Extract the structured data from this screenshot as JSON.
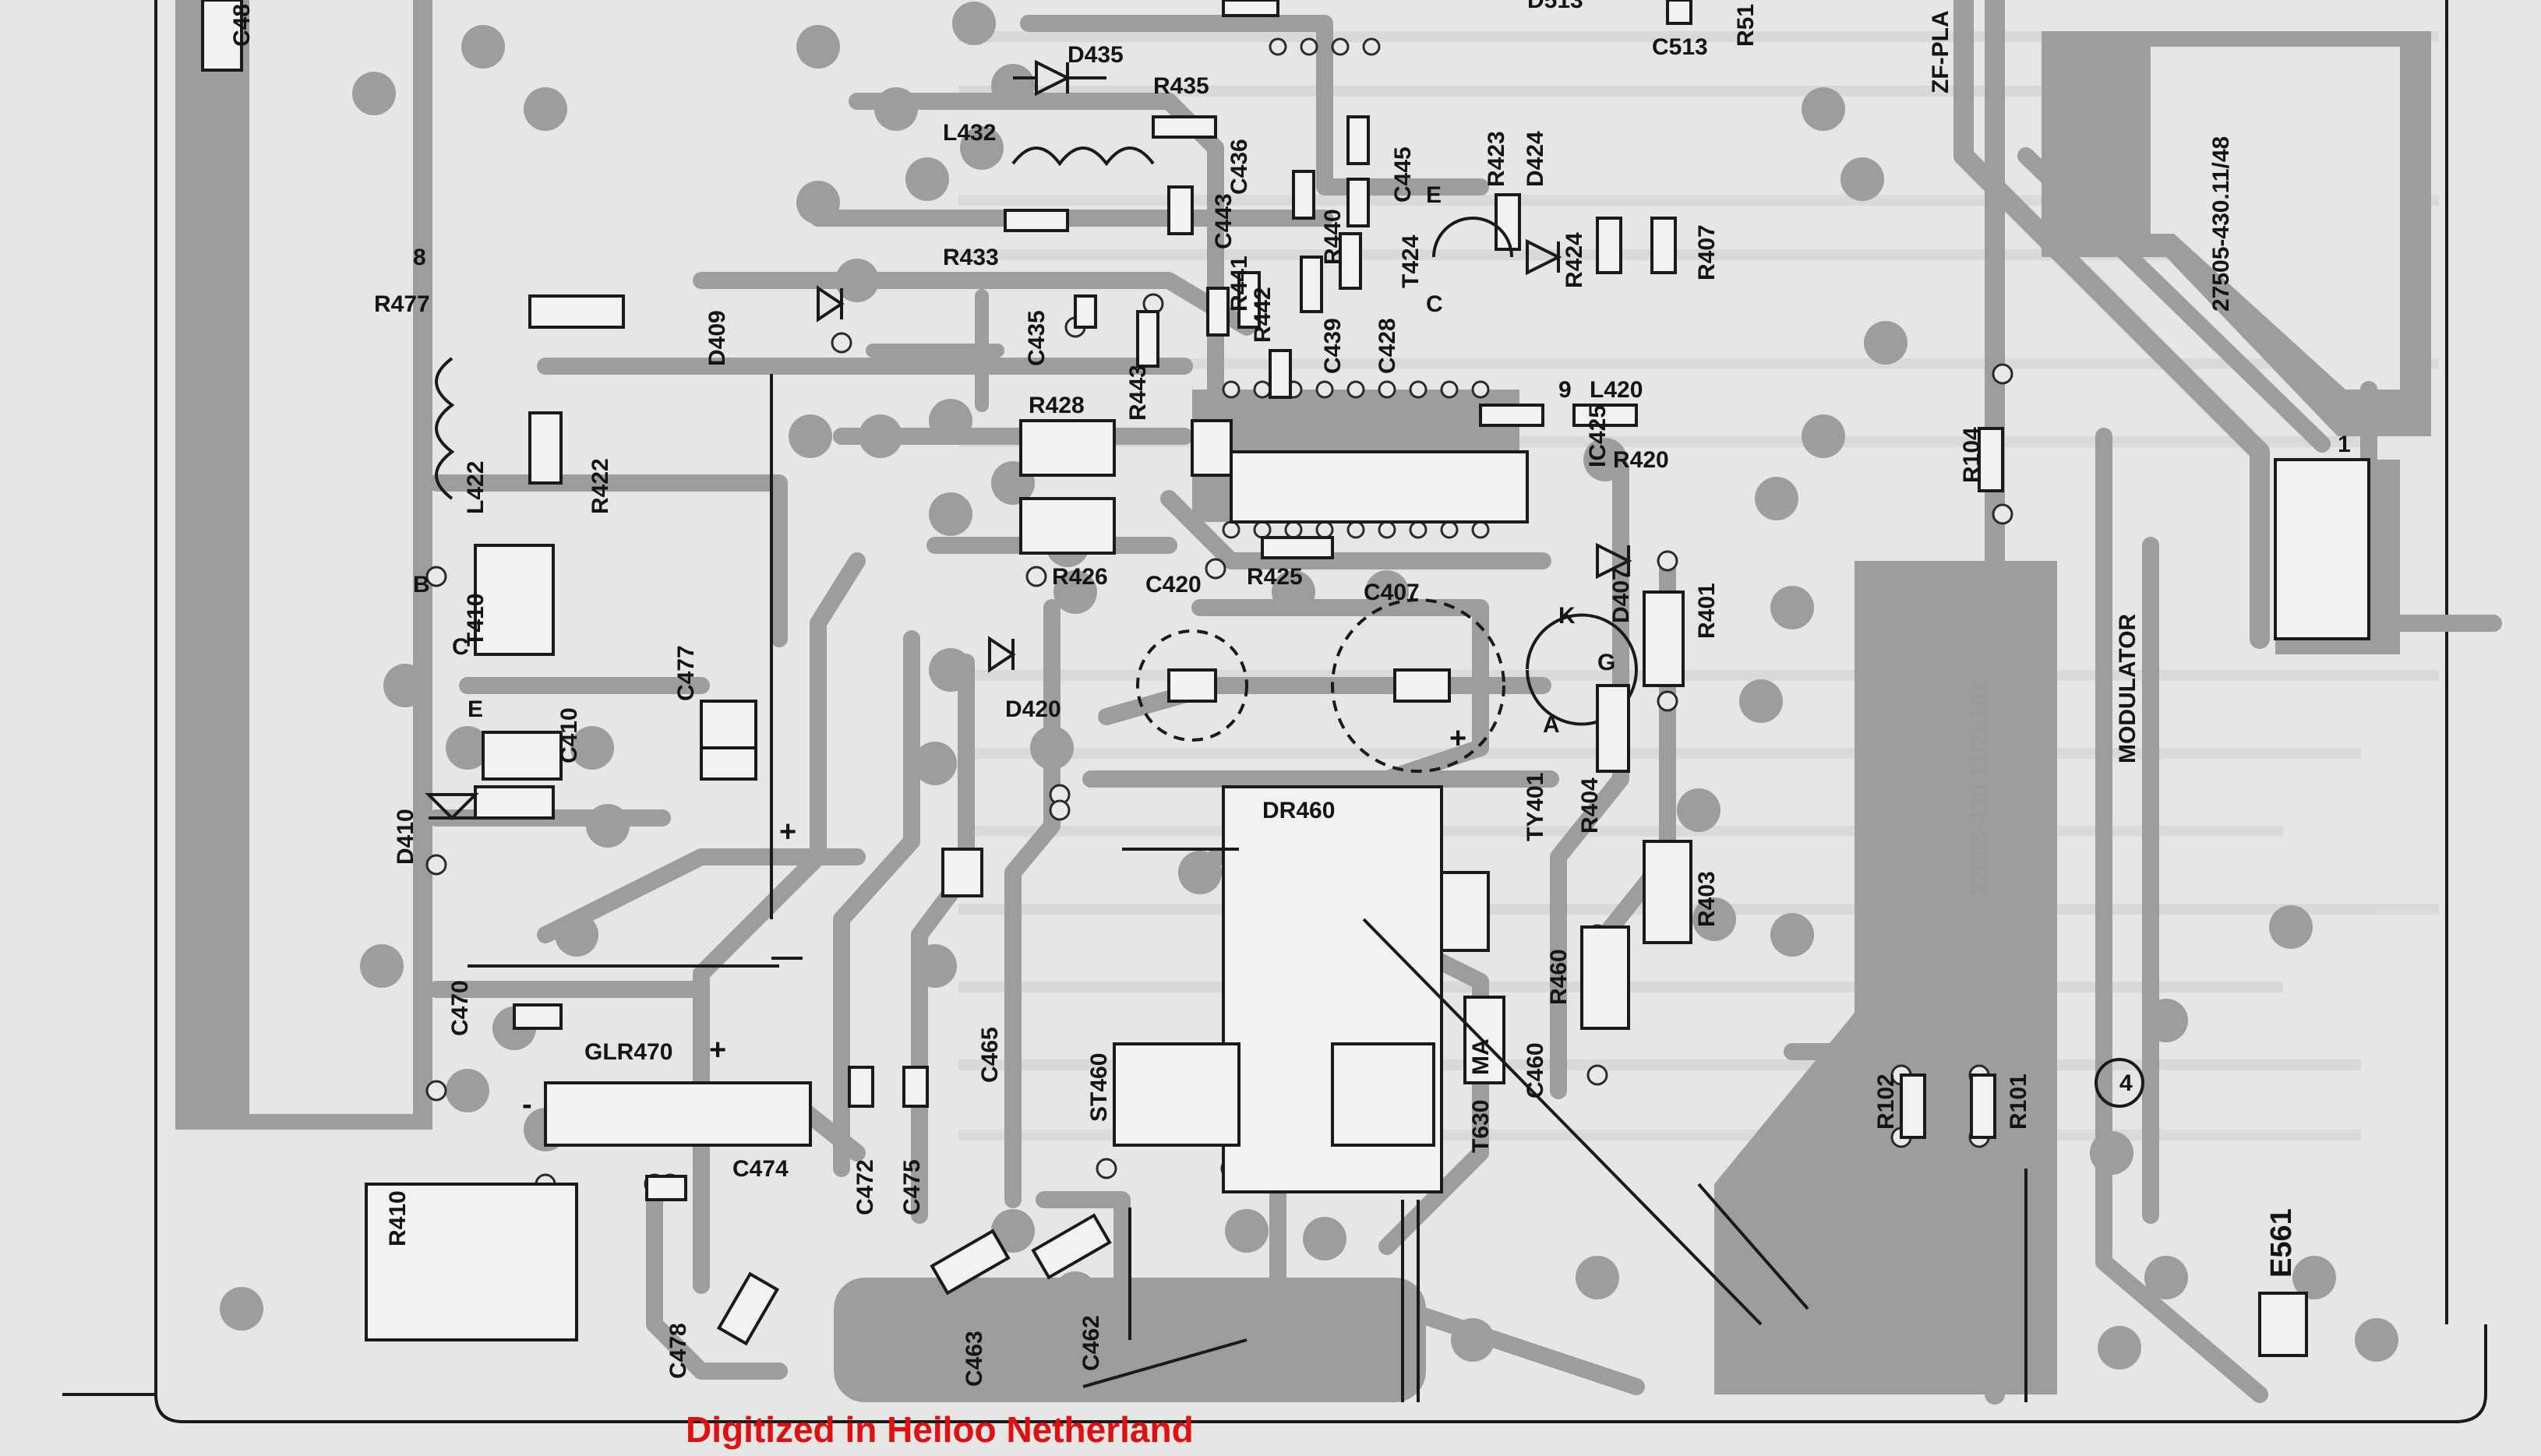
{
  "caption": "Digitized in Heiloo Netherland",
  "labels": {
    "c48": "C48",
    "d435": "D435",
    "r435": "R435",
    "l432": "L432",
    "r433": "R433",
    "c436": "C436",
    "c443": "C443",
    "c445": "C445",
    "r440": "R440",
    "t424": "T424",
    "r423": "R423",
    "d424": "D424",
    "r424": "R424",
    "r407": "R407",
    "c513": "C513",
    "r51": "R51",
    "d513": "D513",
    "zf": "ZF-PLA",
    "pcb_num": "27505-430.11/48",
    "r477": "R477",
    "d409": "D409",
    "c435": "C435",
    "r443": "R443",
    "r442": "R442",
    "r441": "R441",
    "c439": "C439",
    "c428": "C428",
    "l420": "L420",
    "r420": "R420",
    "r104": "R104",
    "l422": "L422",
    "r422": "R422",
    "r428": "R428",
    "r426": "R426",
    "c420": "C420",
    "r425": "R425",
    "ic425": "IC425",
    "d407": "D407",
    "r401": "R401",
    "c407": "C407",
    "t410": "T410",
    "c477": "C477",
    "c410": "C410",
    "d420": "D420",
    "dr460": "DR460",
    "ty401": "TY401",
    "r404": "R404",
    "modulator": "MODULATOR",
    "d410": "D410",
    "r403": "R403",
    "pcb_num2": "27505-430 11/2L101",
    "c470": "C470",
    "glr470": "GLR470",
    "c465": "C465",
    "st460": "ST460",
    "t630": "T630",
    "ma": "MA",
    "c460": "C460",
    "r460": "R460",
    "r102": "R102",
    "r101": "R101",
    "c474": "C474",
    "c472": "C472",
    "c475": "C475",
    "r410": "R410",
    "c478": "C478",
    "c463": "C463",
    "c462": "C462",
    "e561": "E561",
    "pin_1": "1",
    "pin_8": "8",
    "pin_9": "9",
    "pin_b": "B",
    "pin_c": "C",
    "pin_e": "E",
    "pin_c2": "C",
    "pin_e2": "E",
    "pin_k": "K",
    "pin_g": "G",
    "pin_a": "A",
    "num_4": "4",
    "plus1": "+",
    "plus2": "+",
    "plus3": "+",
    "minus1": "-"
  }
}
